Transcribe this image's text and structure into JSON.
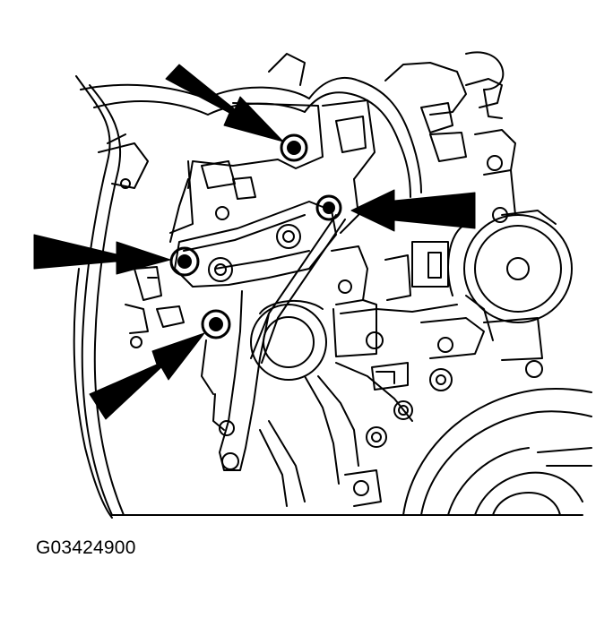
{
  "figure": {
    "caption": "G03424900",
    "subject": "engine-bracket-bolt-locations",
    "callout_arrow_count": 4,
    "colors": {
      "line": "#000000",
      "background": "#ffffff"
    }
  }
}
